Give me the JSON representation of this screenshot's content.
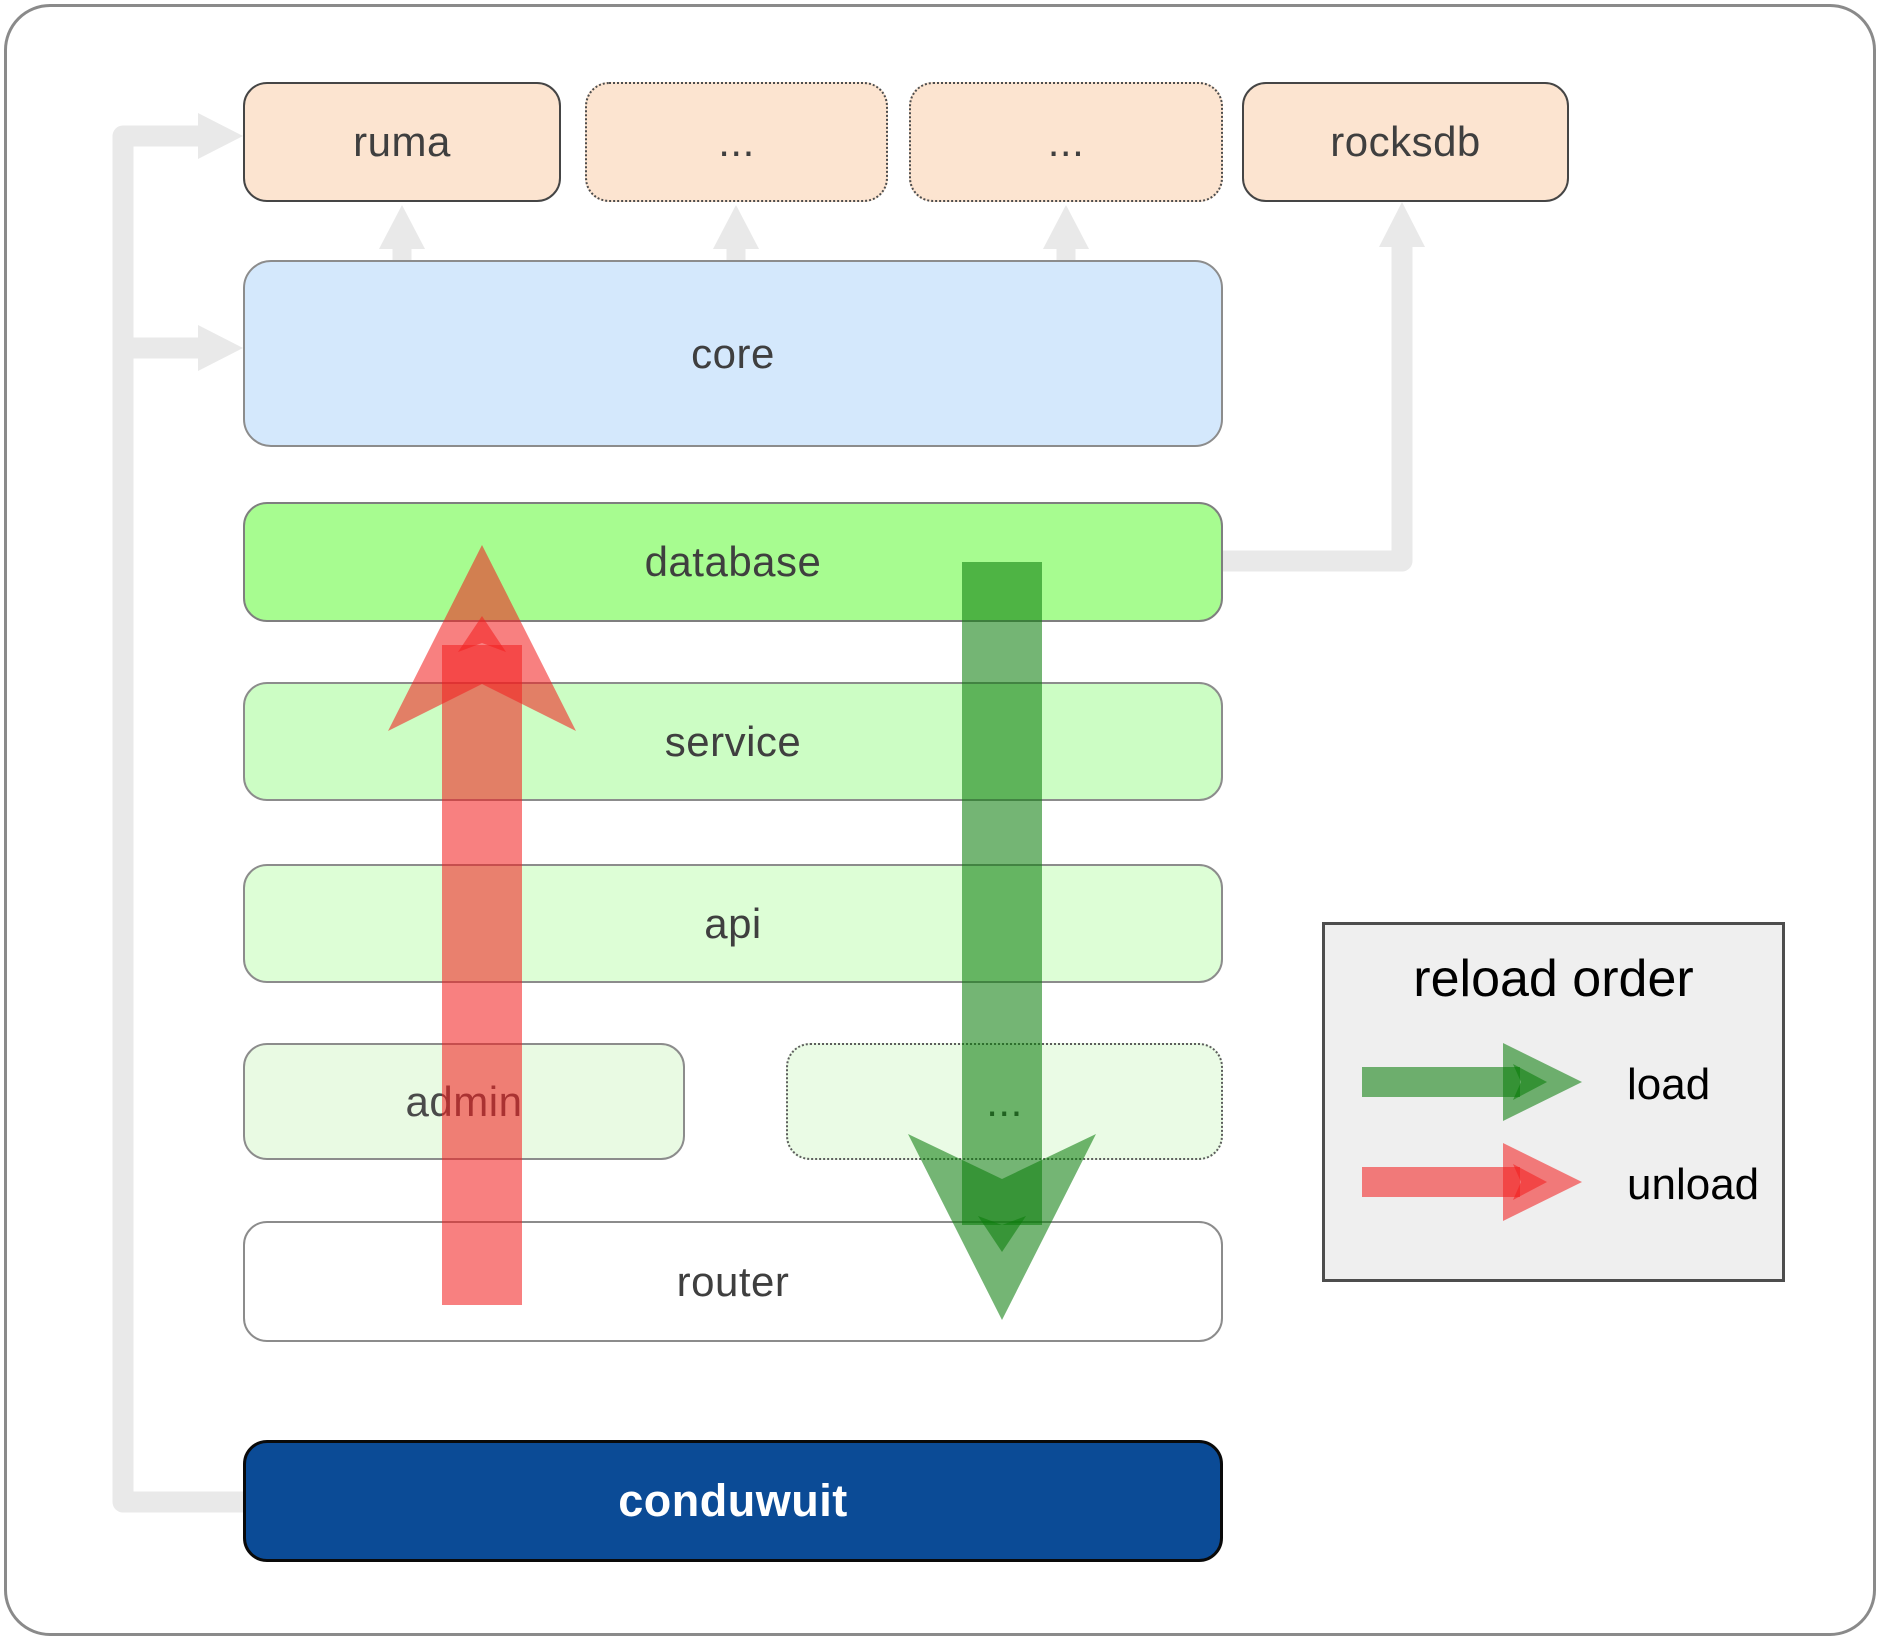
{
  "nodes": {
    "ruma": {
      "label": "ruma"
    },
    "dep_more1": {
      "label": "..."
    },
    "dep_more2": {
      "label": "..."
    },
    "rocksdb": {
      "label": "rocksdb"
    },
    "core": {
      "label": "core"
    },
    "database": {
      "label": "database"
    },
    "service": {
      "label": "service"
    },
    "api": {
      "label": "api"
    },
    "admin": {
      "label": "admin"
    },
    "svc_more": {
      "label": "..."
    },
    "router": {
      "label": "router"
    },
    "conduwuit": {
      "label": "conduwuit"
    }
  },
  "legend": {
    "title": "reload order",
    "items": [
      {
        "label": "load"
      },
      {
        "label": "unload"
      }
    ]
  },
  "colors": {
    "dep_fill": "#fce4d0",
    "core_fill": "#d4e8fc",
    "database_fill": "#a7fc90",
    "service_fill": "#ccfdc4",
    "api_fill": "#ddfed6",
    "admin_fill": "#e9fae3",
    "svc_more_fill": "#eafbe5",
    "router_fill": "#ffffff",
    "conduwuit_fill": "#0b4b96",
    "legend_bg": "#efefef",
    "load_arrow": "#0a7d0a",
    "unload_arrow": "#f22020",
    "connector": "#e9e9e9"
  }
}
